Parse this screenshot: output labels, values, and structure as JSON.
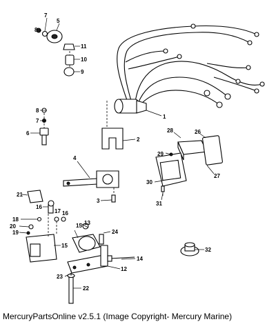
{
  "diagram": {
    "callouts": [
      "8",
      "7",
      "5",
      "11",
      "10",
      "9",
      "1",
      "8",
      "7",
      "6",
      "2",
      "28",
      "26",
      "29",
      "4",
      "30",
      "27",
      "3",
      "31",
      "21",
      "16",
      "17",
      "16",
      "18",
      "13",
      "24",
      "15",
      "20",
      "19",
      "15",
      "32",
      "14",
      "12",
      "23",
      "22"
    ]
  },
  "caption": "MercuryPartsOnline v2.5.1 (Image Copyright- Mercury Marine)"
}
